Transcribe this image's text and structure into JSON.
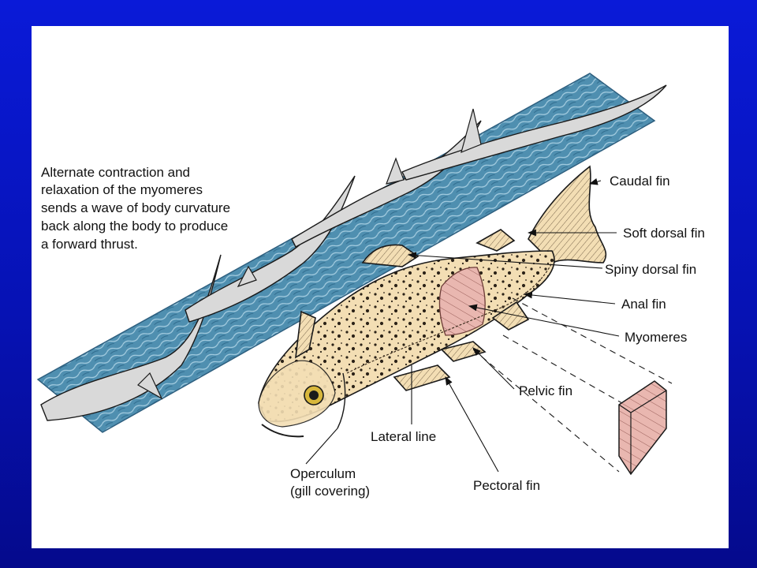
{
  "diagram": {
    "description_lines": [
      "Alternate contraction and",
      "relaxation of the myomeres",
      "sends a wave of body curvature",
      "back along the body to produce",
      "a forward thrust."
    ],
    "labels": {
      "caudal_fin": "Caudal fin",
      "soft_dorsal_fin": "Soft dorsal fin",
      "spiny_dorsal_fin": "Spiny dorsal fin",
      "anal_fin": "Anal fin",
      "myomeres": "Myomeres",
      "pelvic_fin": "Pelvic fin",
      "lateral_line": "Lateral line",
      "operculum_line1": "Operculum",
      "operculum_line2": "(gill covering)",
      "pectoral_fin": "Pectoral fin"
    },
    "colors": {
      "background_blue": "#0a1ad8",
      "water_blue": "#4f8fb0",
      "fish_skin": "#f3deb4",
      "muscle_pink": "#e9b7b0",
      "silhouette_gray": "#d9d9d9"
    }
  }
}
